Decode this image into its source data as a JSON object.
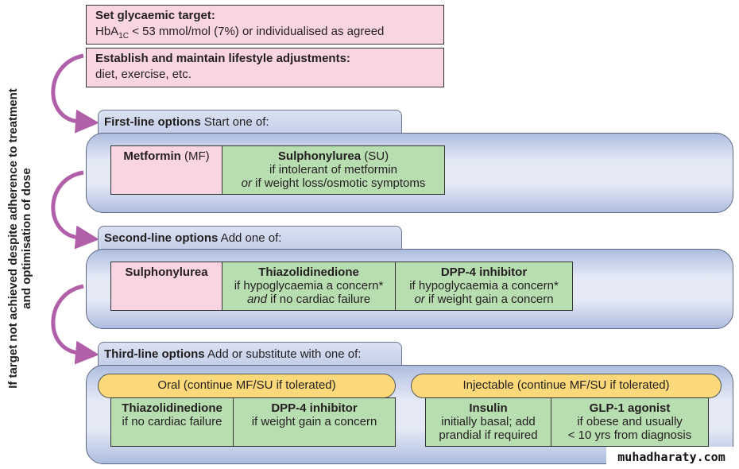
{
  "side_label": {
    "line1": "If target not achieved despite adherence to treatment",
    "line2": "and optimisation of dose"
  },
  "target": {
    "title": "Set glycaemic target:",
    "hba": "HbA",
    "sub": "1C",
    "rest": " < 53 mmol/mol (7%) or individualised as agreed"
  },
  "lifestyle": {
    "title": "Establish and maintain lifestyle adjustments:",
    "text": "diet, exercise, etc."
  },
  "first_line": {
    "title": "First-line options",
    "subtitle": " Start one of:",
    "metformin": {
      "name": "Metformin",
      "abbr": " (MF)"
    },
    "su": {
      "name": "Sulphonylurea",
      "abbr": " (SU)",
      "line1": "if intolerant of metformin",
      "or": "or",
      "line2": " if weight loss/osmotic symptoms"
    }
  },
  "second_line": {
    "title": "Second-line options",
    "subtitle": " Add one of:",
    "su": {
      "name": "Sulphonylurea"
    },
    "tzd": {
      "name": "Thiazolidinedione",
      "line1": "if hypoglycaemia a concern*",
      "and": "and",
      "line2": " if no cardiac failure"
    },
    "dpp4": {
      "name": "DPP-4 inhibitor",
      "line1": "if hypoglycaemia a concern*",
      "or": "or",
      "line2": " if weight gain a concern"
    }
  },
  "third_line": {
    "title": "Third-line options",
    "subtitle": " Add or substitute with one of:",
    "oral": {
      "label": "Oral (continue MF/SU if tolerated)",
      "tzd": {
        "name": "Thiazolidinedione",
        "line1": "if no cardiac failure"
      },
      "dpp4": {
        "name": "DPP-4 inhibitor",
        "line1": "if weight gain a concern"
      }
    },
    "injectable": {
      "label": "Injectable (continue MF/SU if tolerated)",
      "insulin": {
        "name": "Insulin",
        "line1": "initially basal; add",
        "line2": "prandial if required"
      },
      "glp1": {
        "name": "GLP-1 agonist",
        "line1": "if obese and usually",
        "line2": "< 10 yrs from diagnosis"
      }
    }
  },
  "watermark": "muhadharaty.com",
  "colors": {
    "pink": "#f9d4e3",
    "green": "#b8ddb0",
    "yellow": "#fbd97a",
    "arrow": "#b05fa8",
    "panel": "#c3cee8"
  }
}
